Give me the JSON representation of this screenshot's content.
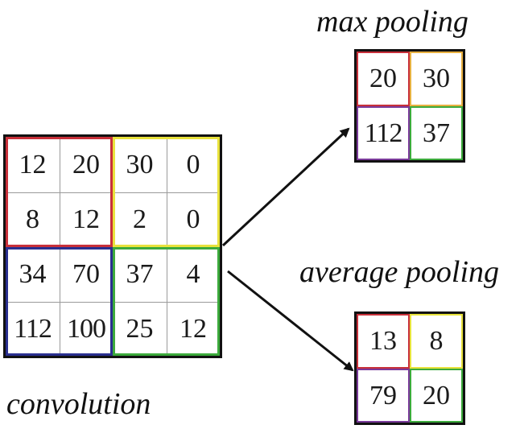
{
  "convolution": {
    "label": "convolution",
    "rows": [
      [
        "12",
        "20",
        "30",
        "0"
      ],
      [
        "8",
        "12",
        "2",
        "0"
      ],
      [
        "34",
        "70",
        "37",
        "4"
      ],
      [
        "112",
        "100",
        "25",
        "12"
      ]
    ]
  },
  "max_pooling": {
    "label": "max pooling",
    "rows": [
      [
        "20",
        "30"
      ],
      [
        "112",
        "37"
      ]
    ]
  },
  "average_pooling": {
    "label": "average pooling",
    "rows": [
      [
        "13",
        "8"
      ],
      [
        "79",
        "20"
      ]
    ]
  },
  "quadrant_colors": {
    "top_left": "#c8303a",
    "top_right": "#e8e23c",
    "bottom_left": "#2a2f8f",
    "bottom_right": "#3caa3c"
  }
}
